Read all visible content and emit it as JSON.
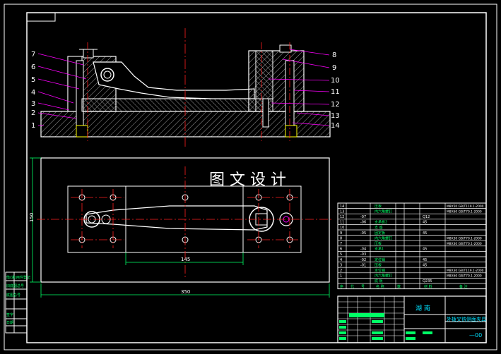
{
  "colors": {
    "background": "#000000",
    "frame": "#ffffff",
    "leader": "#ff00ff",
    "centerline": "#ff2020",
    "dimension": "#00ff66",
    "text_cyan": "#00e0ff",
    "hatch": "#ffffff"
  },
  "watermark": "图 文 设 计",
  "balloons_left": [
    "7",
    "6",
    "5",
    "4",
    "3",
    "2",
    "1"
  ],
  "balloons_right": [
    "8",
    "9",
    "10",
    "11",
    "12",
    "13",
    "14"
  ],
  "dimensions": {
    "overall_width": "350",
    "height": "150",
    "inner_span": "145"
  },
  "bom_rows": [
    {
      "no": "14",
      "code": "",
      "name": "压板",
      "qty": "",
      "material": "",
      "std": "M8X50 GB/T119.1-2000"
    },
    {
      "no": "13",
      "code": "",
      "name": "内六角螺钉",
      "qty": "",
      "material": "",
      "std": "M8X60 GB/T70.1-2000"
    },
    {
      "no": "12",
      "code": "-07",
      "name": "",
      "qty": "",
      "material": "Q12",
      "std": ""
    },
    {
      "no": "11",
      "code": "-06",
      "name": "支承板2",
      "qty": "",
      "material": "45",
      "std": ""
    },
    {
      "no": "10",
      "code": "",
      "name": "支 座",
      "qty": "",
      "material": "",
      "std": ""
    },
    {
      "no": "9",
      "code": "-05",
      "name": "固定板",
      "qty": "",
      "material": "45",
      "std": ""
    },
    {
      "no": "8",
      "code": "",
      "name": "内六角螺钉",
      "qty": "",
      "material": "",
      "std": "M8X30 GB/T70.1-2000"
    },
    {
      "no": "7",
      "code": "",
      "name": "压板",
      "qty": "",
      "material": "",
      "std": "M8X30 GB/T70.1-2000"
    },
    {
      "no": "6",
      "code": "-04",
      "name": "支承1",
      "qty": "",
      "material": "45",
      "std": ""
    },
    {
      "no": "5",
      "code": "-03",
      "name": "",
      "qty": "",
      "material": "",
      "std": ""
    },
    {
      "no": "4",
      "code": "-02",
      "name": "定位销",
      "qty": "",
      "material": "45",
      "std": ""
    },
    {
      "no": "3",
      "code": "-01",
      "name": "压板",
      "qty": "",
      "material": "45",
      "std": ""
    },
    {
      "no": "2",
      "code": "",
      "name": "定位销",
      "qty": "",
      "material": "",
      "std": "M8X30 GB/T119.1-2000"
    },
    {
      "no": "1",
      "code": "",
      "name": "内六角螺钉",
      "qty": "",
      "material": "",
      "std": "M8X60 GB/T70.1-2000"
    },
    {
      "no": "",
      "code": "",
      "name": "底 板",
      "qty": "",
      "material": "Q235",
      "std": ""
    }
  ],
  "bom_header": [
    "序",
    "代",
    "号",
    "名 称",
    "数",
    "材 料",
    "备 注"
  ],
  "title_block": {
    "school": "湖 南",
    "drawing_name": "外拨叉铣侧面夹具",
    "drawing_no": "—00"
  },
  "left_stamp": [
    "借(通)用件登记",
    "旧底图总号",
    "底图总号",
    "签字",
    "日期"
  ]
}
